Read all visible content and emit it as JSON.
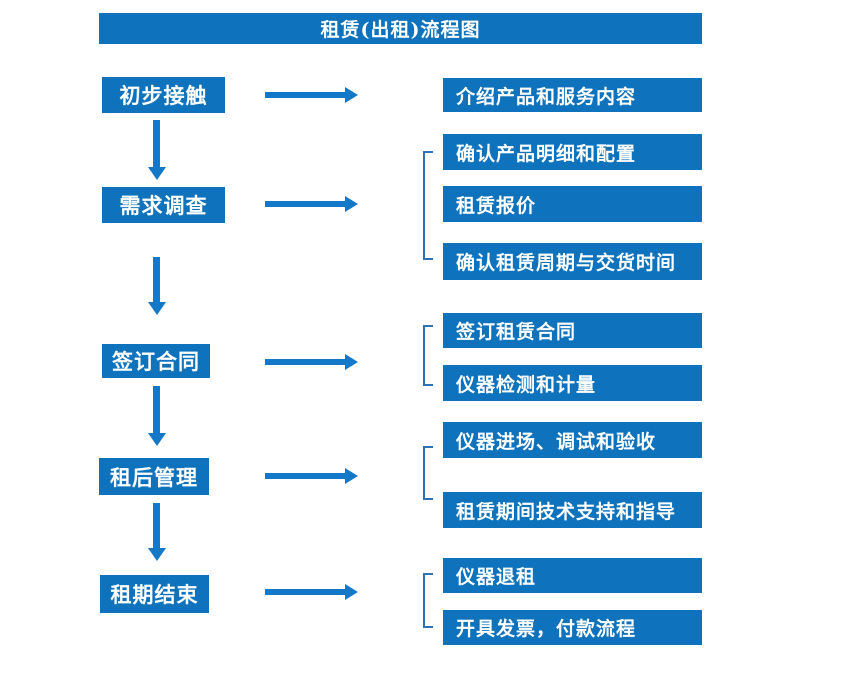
{
  "title": "租赁(出租)流程图",
  "colors": {
    "box_blue": "#0e72bd",
    "arrow_blue": "#1478c8",
    "bracket_blue": "#2e74b5",
    "text_white": "#ffffff",
    "background": "#ffffff"
  },
  "stages": [
    {
      "label": "初步接触",
      "outputs": [
        "介绍产品和服务内容"
      ]
    },
    {
      "label": "需求调查",
      "outputs": [
        "确认产品明细和配置",
        "租赁报价",
        "确认租赁周期与交货时间"
      ]
    },
    {
      "label": "签订合同",
      "outputs": [
        "签订租赁合同",
        "仪器检测和计量"
      ]
    },
    {
      "label": "租后管理",
      "outputs": [
        "仪器进场、调试和验收",
        "租赁期间技术支持和指导"
      ]
    },
    {
      "label": "租期结束",
      "outputs": [
        "仪器退租",
        "开具发票，付款流程"
      ]
    }
  ]
}
